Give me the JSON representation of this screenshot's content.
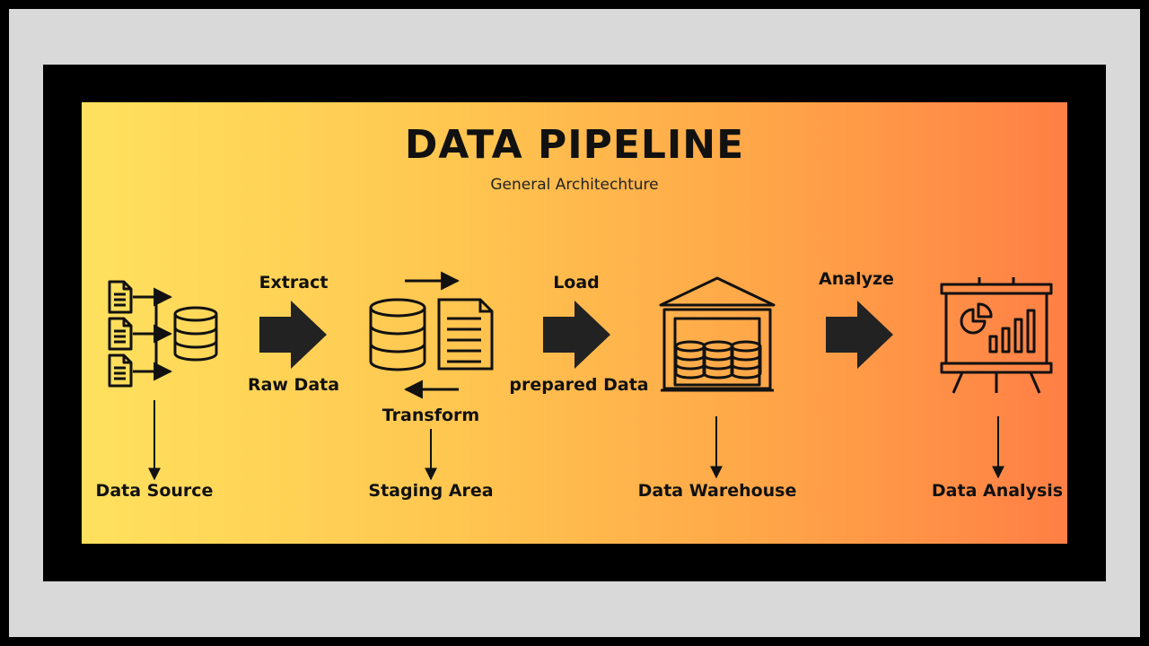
{
  "diagram": {
    "title": "DATA PIPELINE",
    "subtitle": "General Architechture",
    "stages": {
      "source": "Data Source",
      "staging": "Staging Area",
      "warehouse": "Data Warehouse",
      "analysis": "Data Analysis"
    },
    "steps": {
      "extract": "Extract",
      "raw_data": "Raw Data",
      "transform": "Transform",
      "load": "Load",
      "prepared_data": "prepared Data",
      "analyze": "Analyze"
    }
  },
  "icons": {
    "source": "document-stack-icon",
    "staging": "database-document-icon",
    "warehouse": "warehouse-icon",
    "analysis": "presentation-chart-icon"
  },
  "colors": {
    "gradient_start": "#ffe15e",
    "gradient_end": "#ff7f45",
    "ink": "#111111"
  }
}
